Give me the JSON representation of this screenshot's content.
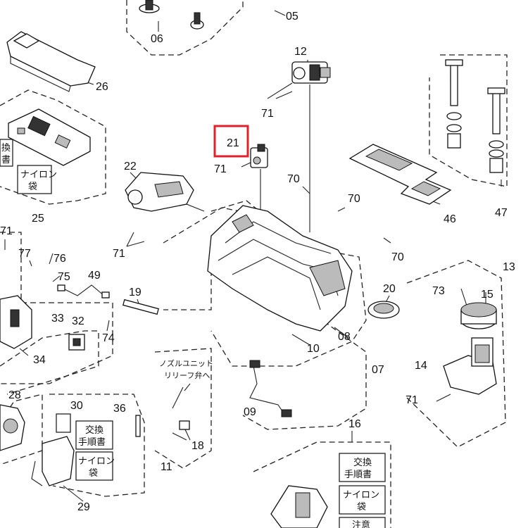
{
  "callouts": {
    "p05": "05",
    "p06": "06",
    "p07": "07",
    "p08": "08",
    "p09": "09",
    "p10": "10",
    "p11": "11",
    "p12": "12",
    "p13": "13",
    "p14": "14",
    "p15": "15",
    "p16": "16",
    "p18": "18",
    "p19": "19",
    "p20": "20",
    "p21": "21",
    "p22": "22",
    "p25": "25",
    "p26": "26",
    "p28": "28",
    "p29": "29",
    "p30": "30",
    "p32": "32",
    "p33": "33",
    "p34": "34",
    "p36": "36",
    "p46": "46",
    "p47": "47",
    "p49": "49",
    "p70": "70",
    "p71": "71",
    "p73": "73",
    "p74": "74",
    "p75": "75",
    "p76": "76",
    "p77": "77"
  },
  "notes": {
    "nozzle_line1": "ノズルユニット",
    "nozzle_line2": "リリーフ弁へ",
    "exchange_line1": "交換",
    "exchange_line2": "手順書",
    "nylon_line1": "ナイロン",
    "nylon_line2": "袋",
    "left_exchange": "換",
    "left_manual": "書",
    "caution": "注意"
  },
  "highlight": {
    "target": "21",
    "color": "#e0202a"
  }
}
